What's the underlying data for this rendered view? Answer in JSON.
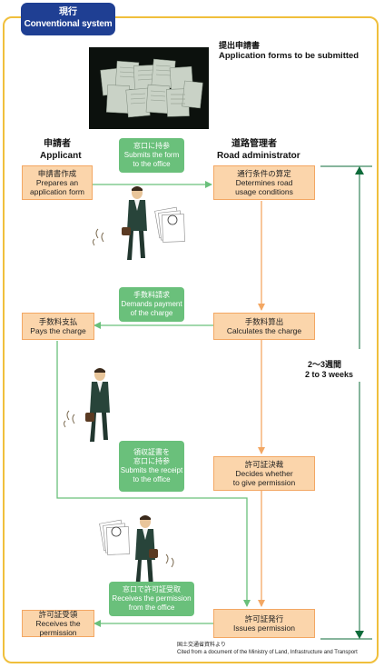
{
  "header": {
    "title_jp": "現行",
    "title_en": "Conventional system"
  },
  "photo": {
    "caption_jp": "提出申請書",
    "caption_en": "Application forms to be submitted"
  },
  "applicant": {
    "label_jp": "申請者",
    "label_en": "Applicant"
  },
  "road_admin": {
    "label_jp": "道路管理者",
    "label_en": "Road administrator"
  },
  "boxes": {
    "prepare": {
      "jp": "申請書作成",
      "en1": "Prepares an",
      "en2": "application form"
    },
    "determine": {
      "jp": "通行条件の算定",
      "en1": "Determines road",
      "en2": "usage conditions"
    },
    "pays": {
      "jp": "手数料支払",
      "en1": "Pays the charge"
    },
    "calculates": {
      "jp": "手数料算出",
      "en1": "Calculates the charge"
    },
    "decides": {
      "jp": "許可証決裁",
      "en1": "Decides whether",
      "en2": "to give permission"
    },
    "receives": {
      "jp": "許可証受領",
      "en1": "Receives the permission"
    },
    "issues": {
      "jp": "許可証発行",
      "en1": "Issues permission"
    }
  },
  "actions": {
    "submit_form": {
      "jp": "窓口に持参",
      "en1": "Submits the form",
      "en2": "to the office"
    },
    "demand_payment": {
      "jp": "手数料請求",
      "en1": "Demands payment",
      "en2": "of the charge"
    },
    "submit_receipt": {
      "jp1": "領収証書を",
      "jp2": "窓口に持参",
      "en1": "Submits the receipt",
      "en2": "to the office"
    },
    "receive_permission": {
      "jp": "窓口で許可証受取",
      "en1": "Receives the permission",
      "en2": "from the office"
    }
  },
  "duration": {
    "jp": "2～3週間",
    "en": "2 to 3 weeks"
  },
  "source": {
    "jp": "国土交通省資料より",
    "en": "Cited from a document of the Ministry of Land, Infrastructure and Transport"
  },
  "colors": {
    "panel_border": "#f0bf3c",
    "tab": "#1f3f93",
    "orange_box": "#fbd5ab",
    "orange_arrow": "#f3a763",
    "green_box": "#6ac07b",
    "green_arrow": "#6ac07b",
    "dark_green_bracket": "#0d6b3a"
  }
}
